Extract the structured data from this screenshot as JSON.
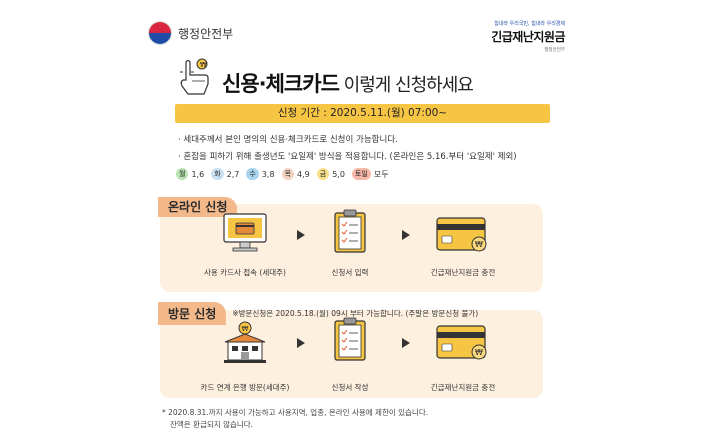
{
  "header": {
    "ministry": "행정안전부",
    "brand_slogan": "힘내라 우리국민, 힘내라 우리경제",
    "brand_title": "긴급재난지원금",
    "brand_sub": "행정안전부"
  },
  "headline": {
    "bold": "신용·체크카드",
    "rest": " 이렇게 신청하세요"
  },
  "period": "신청 기간 : 2020.5.11.(월) 07:00~",
  "bullets": [
    "· 세대주께서 본인 명의의 신용·체크카드로 신청이 가능합니다.",
    "· 혼잡을 피하기 위해 출생년도 '요일제' 방식을 적용합니다. (온라인은 5.16.부터 '요일제' 제외)"
  ],
  "days": [
    {
      "day": "월",
      "nums": "1,6",
      "color": "#b9e3b0"
    },
    {
      "day": "화",
      "nums": "2,7",
      "color": "#c9e1f5"
    },
    {
      "day": "수",
      "nums": "3,8",
      "color": "#a9d4f0"
    },
    {
      "day": "목",
      "nums": "4,9",
      "color": "#f4d2c0"
    },
    {
      "day": "금",
      "nums": "5,0",
      "color": "#f8e08a"
    },
    {
      "day": "토일",
      "nums": "모두",
      "color": "#f6b8a8"
    }
  ],
  "online": {
    "tab": "온라인 신청",
    "steps": [
      "사용 카드사 접속 (세대주)",
      "신청서 입력",
      "긴급재난지원금 충전"
    ]
  },
  "visit": {
    "tab": "방문 신청",
    "note": "※방문신청은 2020.5.18.(월) 09시 부터 가능합니다. (주말은 방문신청 불가)",
    "steps": [
      "카드 연계 은행 방문(세대주)",
      "신청서 작성",
      "긴급재난지원금 충전"
    ]
  },
  "footnotes": [
    "* 2020.8.31.까지 사용이 가능하고 사용지역, 업종, 온라인 사용에 제한이 있습니다.",
    "잔액은 환급되지 않습니다."
  ],
  "colors": {
    "accent": "#f6c544",
    "section_bg": "#fdf0df",
    "tab_bg": "#f3b98b"
  }
}
